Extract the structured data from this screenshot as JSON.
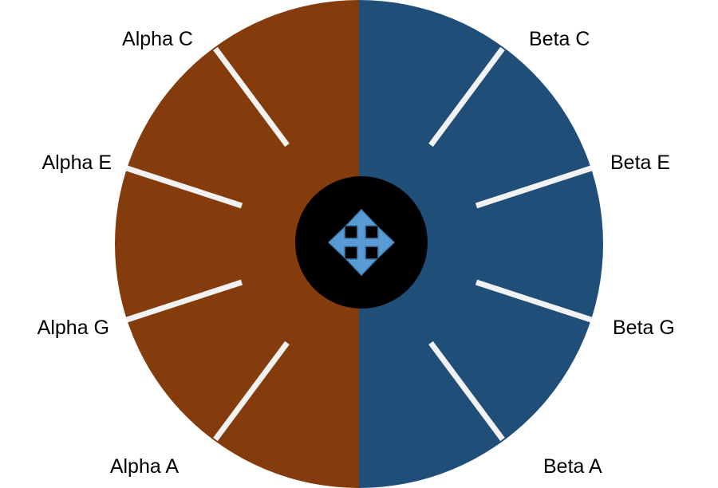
{
  "wheel": {
    "left_half": {
      "color": "#843c0c",
      "labels": {
        "top": "Alpha C",
        "upper_mid": "Alpha E",
        "lower_mid": "Alpha G",
        "bottom": "Alpha A"
      }
    },
    "right_half": {
      "color": "#1f4e79",
      "labels": {
        "top": "Beta C",
        "upper_mid": "Beta E",
        "lower_mid": "Beta G",
        "bottom": "Beta A"
      }
    },
    "divider_color": "#f2f2f2",
    "hub": {
      "color": "#000000",
      "icon": "move-arrows-icon",
      "icon_color": "#5b9bd5"
    }
  }
}
